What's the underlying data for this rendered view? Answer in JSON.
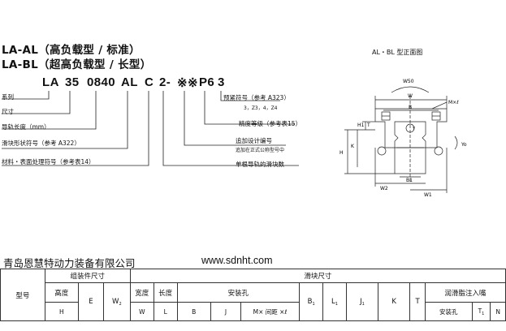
{
  "header": {
    "title_line1": "LA-AL（高负载型 / 标准）",
    "title_line2": "LA-BL（超高负载型 / 长型）"
  },
  "model_code": {
    "parts": [
      "LA",
      "35",
      "0840",
      "AL",
      "C",
      "2-",
      "※※",
      "P6",
      "3"
    ]
  },
  "left_labels": {
    "series": "系列",
    "size": "尺寸",
    "rail_length": "导轨长度（mm）",
    "slider_shape": "滑块形状符号（参考 A322）",
    "material": "材料・表面处理符号（参考表14）"
  },
  "right_labels": {
    "preload": "预紧符号（参考 A323）",
    "preload_values": "3，Z3，4，Z4",
    "accuracy": "精度等级（参考表15）",
    "design_no_1": "追加设计编号",
    "design_no_2": "追加在正式公称型号中",
    "slider_count": "单根导轨的滑块数"
  },
  "drawing": {
    "title": "AL・BL 型正面图",
    "labels": {
      "w50": "W50",
      "w": "W",
      "b": "B",
      "m": "M×ℓ",
      "h1": "H1",
      "k": "K",
      "h": "H",
      "t": "T",
      "w2": "W2",
      "b1": "B1",
      "w1": "W1",
      "y": "Y",
      "yo": "Yo"
    }
  },
  "footer": {
    "company": "青岛恩慧特动力装备有限公司",
    "url": "www.sdnht.com"
  },
  "table": {
    "model": "型号",
    "assembly_dims": "组装件尺寸",
    "slider_dims": "滑块尺寸",
    "height": "高度",
    "width": "宽度",
    "length": "长度",
    "mounting_hole": "安装孔",
    "grease_nipple": "润滑脂注入嘴",
    "grease_hole": "安装孔",
    "sym_h": "H",
    "sym_e": "E",
    "sym_w2": "W",
    "sym_w2_sub": "2",
    "sym_w": "W",
    "sym_l": "L",
    "sym_b": "B",
    "sym_j": "J",
    "sym_m": "M× 间距 ×ℓ",
    "sym_b1": "B",
    "sym_b1_sub": "1",
    "sym_l1": "L",
    "sym_l1_sub": "1",
    "sym_j1": "J",
    "sym_j1_sub": "1",
    "sym_k": "K",
    "sym_t": "T",
    "sym_t1": "T",
    "sym_t1_sub": "1",
    "sym_n": "N"
  }
}
